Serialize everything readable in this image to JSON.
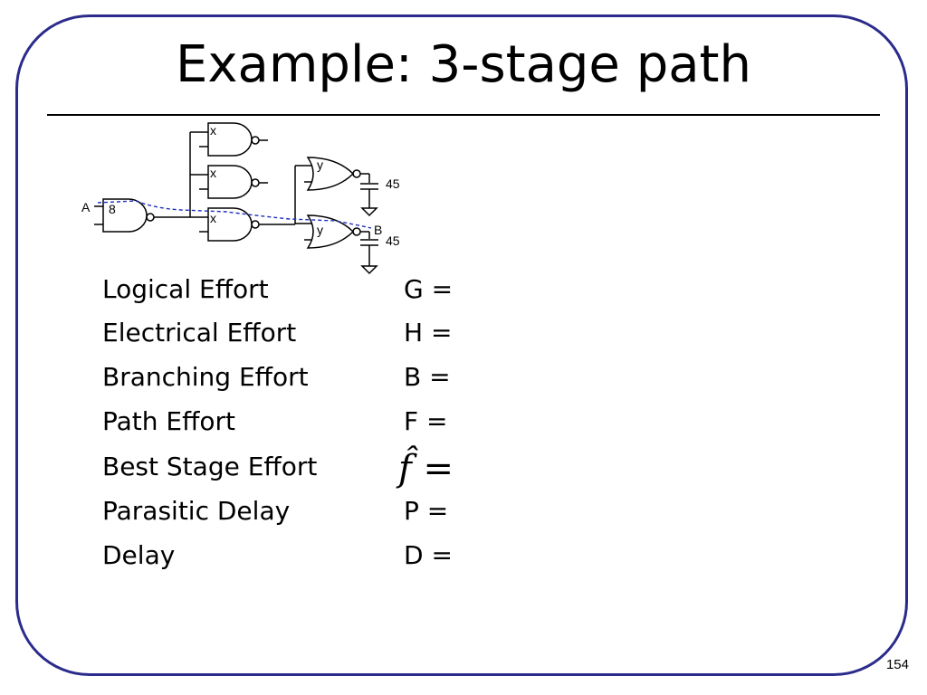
{
  "title": "Example: 3-stage path",
  "circuit": {
    "input_label": "A",
    "output_label": "B",
    "first_gate_size": "8",
    "middle_gate_size": "x",
    "last_gate_size": "y",
    "load_top": "45",
    "load_bottom": "45"
  },
  "efforts": [
    {
      "label": "Logical Effort",
      "value": "G ="
    },
    {
      "label": "Electrical Effort",
      "value": "H ="
    },
    {
      "label": "Branching Effort",
      "value": "B ="
    },
    {
      "label": "Path Effort",
      "value": "F ="
    },
    {
      "label": "Best Stage Effort",
      "value": "f̂ ="
    },
    {
      "label": "Parasitic Delay",
      "value": "P ="
    },
    {
      "label": "Delay",
      "value": "D ="
    }
  ],
  "page_number": "154"
}
